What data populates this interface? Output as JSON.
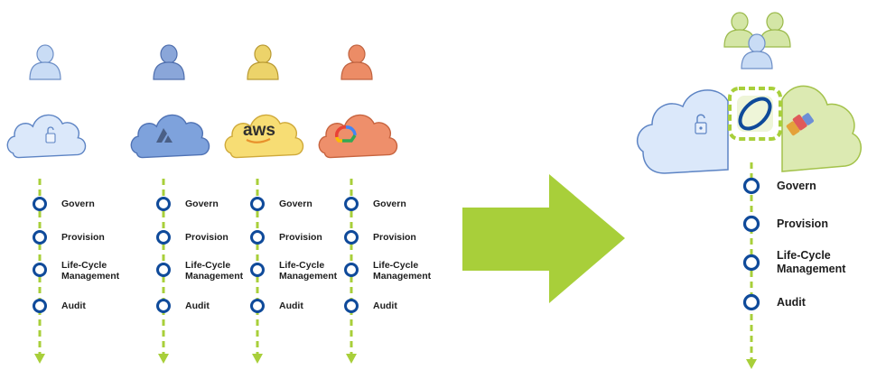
{
  "steps": [
    "Govern",
    "Provision",
    "Life-Cycle\nManagement",
    "Audit"
  ],
  "columns": [
    {
      "key": "private",
      "icon": "private-cloud-lock-icon",
      "cloud": "#dbe8fa",
      "stroke": "#5d84c4",
      "user": "#c9dcf5",
      "userStroke": "#6d8fc7"
    },
    {
      "key": "azure",
      "icon": "azure-cloud-icon",
      "cloud": "#7ea2dc",
      "stroke": "#4f72b4",
      "user": "#8aa6d9",
      "userStroke": "#4f6fae"
    },
    {
      "key": "aws",
      "icon": "aws-cloud-icon",
      "logo": "aws",
      "cloud": "#f7dd74",
      "stroke": "#cfa93a",
      "user": "#ecd36a",
      "userStroke": "#b99a33"
    },
    {
      "key": "gcp",
      "icon": "google-cloud-icon",
      "cloud": "#ee8f6b",
      "stroke": "#c7643f",
      "user": "#ec8c66",
      "userStroke": "#c06340"
    }
  ],
  "colors": {
    "accent": "#a8cf3a",
    "node_ring": "#0f4a9a",
    "arrow": "#a8cf3a",
    "dash": "#a8cf3a"
  }
}
